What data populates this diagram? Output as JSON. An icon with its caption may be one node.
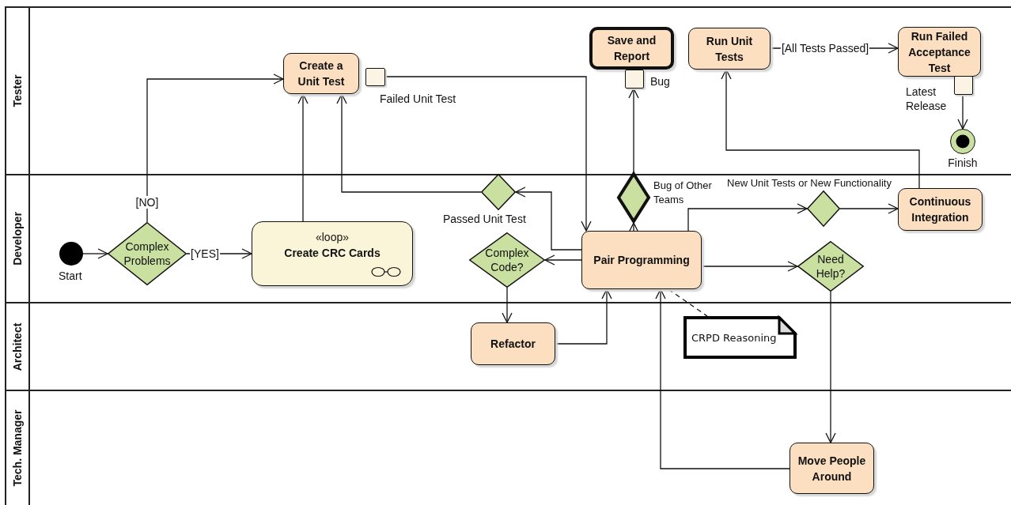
{
  "diagram": {
    "nodes": [
      {
        "text": [
          "Tester"
        ]
      },
      {
        "text": [
          "Create a Unit Test"
        ],
        "in": 0
      },
      {
        "text": [],
        "shape": "box",
        "in": 0,
        "beside": [
          "Failed Unit Test"
        ]
      },
      {
        "text": [
          "Save and Report"
        ],
        "in": 0
      },
      {
        "text": [],
        "shape": "box",
        "in": 0,
        "beside": [
          "Bug"
        ]
      },
      {
        "text": [
          "Run Unit Tests"
        ],
        "in": 0
      },
      {
        "text": [
          "Run Failed Acceptance Test"
        ],
        "in": 0
      },
      {
        "text": [],
        "shape": "box",
        "in": 0,
        "beside": [
          "Latest Release"
        ]
      },
      {
        "text": [],
        "shape": "circle",
        "in": 0,
        "beside": [
          "Finish"
        ]
      },
      {
        "text": [
          "Developer"
        ]
      },
      {
        "text": [],
        "shape": "circle",
        "in": 9,
        "beside": [
          "Start"
        ]
      },
      {
        "text": [
          "Complex Problems"
        ],
        "in": 9
      },
      {
        "text": [
          "«loop»",
          "Create CRC Cards"
        ],
        "in": 9
      },
      {
        "text": [],
        "shape": "diamond",
        "in": 9,
        "beside": [
          "Passed Unit Test"
        ]
      },
      {
        "text": [],
        "shape": "diamond",
        "in": 9,
        "beside": [
          "Bug of Other Teams"
        ]
      },
      {
        "text": [
          "Pair Programming"
        ],
        "in": 9
      },
      {
        "text": [
          "Complex Code?"
        ],
        "in": 9
      },
      {
        "text": [],
        "shape": "diamond",
        "in": 9
      },
      {
        "text": [
          "Continuous Integration"
        ],
        "in": 9
      },
      {
        "text": [
          "Need Help?"
        ],
        "in": 9
      },
      {
        "text": [
          "Architect"
        ]
      },
      {
        "text": [
          "Refactor"
        ],
        "in": 20
      },
      {
        "text": [
          "CRPD Reasoning"
        ],
        "in": 20
      },
      {
        "text": [
          "Tech. Manager"
        ]
      },
      {
        "text": [
          "Move People Around"
        ],
        "in": 23
      }
    ],
    "edges": [
      {
        "from": 10,
        "to": 11,
        "arrow": "to"
      },
      {
        "from": 11,
        "to": 1,
        "arrow": "to",
        "label": "[NO]"
      },
      {
        "from": 11,
        "to": 12,
        "arrow": "to",
        "label": "[YES]"
      },
      {
        "from": 12,
        "to": 1,
        "arrow": "to"
      },
      {
        "from": 13,
        "to": 1,
        "arrow": "to"
      },
      {
        "from": 15,
        "to": 13,
        "arrow": "to"
      },
      {
        "from": 2,
        "to": 15,
        "arrow": "to"
      },
      {
        "from": 15,
        "to": 14,
        "arrow": "to"
      },
      {
        "from": 14,
        "to": 4,
        "arrow": "to"
      },
      {
        "from": 5,
        "to": 6,
        "arrow": "to",
        "label": "[All Tests Passed]"
      },
      {
        "from": 7,
        "to": 8,
        "arrow": "to"
      },
      {
        "from": 15,
        "to": 17,
        "arrow": "to",
        "label": "New Unit Tests or New Functionality"
      },
      {
        "from": 17,
        "to": 18,
        "arrow": "to"
      },
      {
        "from": 18,
        "to": 5,
        "arrow": "to"
      },
      {
        "from": 15,
        "to": 16,
        "arrow": "to"
      },
      {
        "from": 15,
        "to": 19,
        "arrow": "to"
      },
      {
        "from": 16,
        "to": 21,
        "arrow": "to"
      },
      {
        "from": 21,
        "to": 15,
        "arrow": "to"
      },
      {
        "from": 19,
        "to": 24,
        "arrow": "to"
      },
      {
        "from": 24,
        "to": 15,
        "arrow": "to"
      },
      {
        "from": 15,
        "to": 22,
        "arrow": "none",
        "style": "dashed"
      }
    ]
  }
}
